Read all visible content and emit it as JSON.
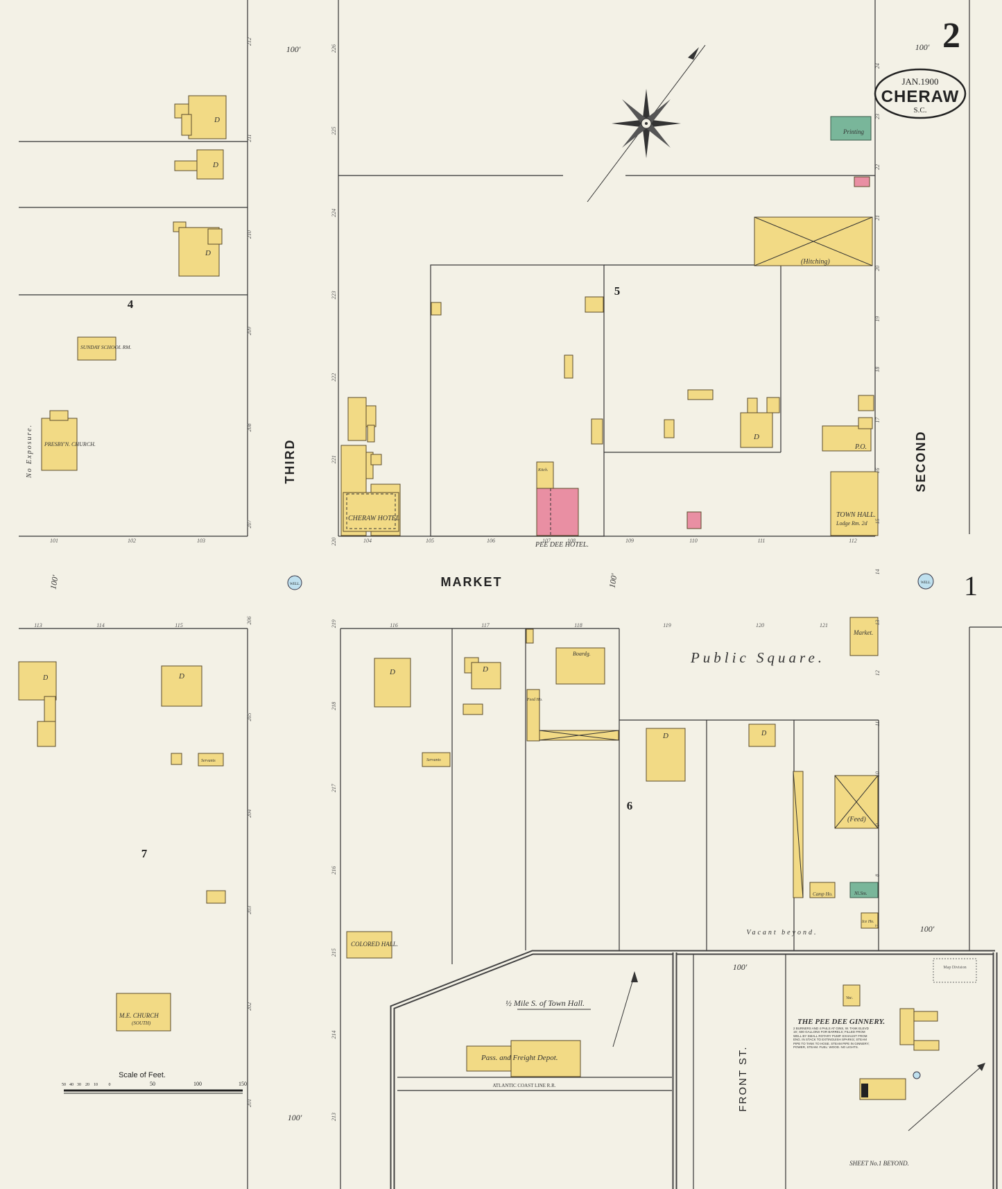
{
  "sheet_number": "2",
  "title": {
    "date": "JAN.1900",
    "town": "CHERAW",
    "state": "S.C."
  },
  "streets": {
    "third": "THIRD",
    "second": "SECOND",
    "market": "MARKET",
    "front": "FRONT ST.",
    "public_square": "Public  Square."
  },
  "widths": {
    "w1": "100'",
    "w2": "100'",
    "w3": "100'",
    "w4": "100'",
    "w5": "100'",
    "w6": "100'",
    "w7": "100'"
  },
  "blocks": {
    "b4": "4",
    "b5": "5",
    "b6": "6",
    "b7": "7",
    "b1": "1"
  },
  "buildings": {
    "presbyterian": "PRESBY'N. CHURCH.",
    "sunday_school": "SUNDAY SCHOOL RM.",
    "cheraw_hotel": "CHERAW HOTEL",
    "pee_dee_hotel": "PEE DEE HOTEL.",
    "town_hall": "TOWN HALL.",
    "lodge": "Lodge Rm. 2d",
    "po": "P.O.",
    "hitching": "(Hitching)",
    "printing": "Printing",
    "market": "Market.",
    "feed": "(Feed)",
    "colored_hall": "COLORED HALL.",
    "me_church": "M.E. CHURCH",
    "me_south": "(SOUTH)",
    "depot": "Pass. and Freight Depot.",
    "servants": "Servants",
    "boardg": "Boardg.",
    "kitch": "Kitch.",
    "camp_ho": "Camp Ho.",
    "ice_ho": "Ice Ho.",
    "nl_sm": "Nl.Sm.",
    "vac": "Vac.",
    "feed_ho": "Feed Ho.",
    "d": "D"
  },
  "notes": {
    "no_exposure": "No  Exposure.",
    "vacant_beyond": "Vacant  beyond.",
    "mile_south": "½ Mile S. of Town Hall.",
    "railroad": "ATLANTIC COAST LINE R.R.",
    "ginnery": "THE PEE DEE GINNERY.",
    "ginnery_text": "2 BURNERS AND 4 PAILS AT GINS, W. TANK ELEVD 15', 600 GALLONS FOR BARRELS; FILLED FROM WELL BY SMALL ROTARY PUMP. EXHAUST FROM ENG. IN STACK TO EXTINGUISH SPARKS; STEAM PIPE TO TANK TO HOSE. STEAM PIPE IN GINNERY; POWER, STEAM. FUEL: WOOD. NO LIGHTS.",
    "sheet_beyond": "SHEET No.1 BEYOND.",
    "map_division": "Map Division",
    "scale": "Scale of Feet.",
    "well": "WELL"
  },
  "address_numbers": {
    "market_north": [
      "101",
      "102",
      "103",
      "104",
      "105",
      "106",
      "107",
      "108",
      "109",
      "110",
      "111",
      "112"
    ],
    "market_south": [
      "113",
      "114",
      "115",
      "116",
      "117",
      "118",
      "119",
      "120",
      "121"
    ],
    "second_street": [
      "24",
      "23",
      "22",
      "21",
      "20",
      "19",
      "18",
      "17",
      "16",
      "15",
      "14",
      "13",
      "12",
      "11",
      "10",
      "9",
      "8",
      "7"
    ],
    "third_west": [
      "212",
      "211",
      "210",
      "209",
      "208",
      "207",
      "206",
      "205",
      "204",
      "203",
      "202",
      "201"
    ],
    "third_east": [
      "226",
      "225",
      "224",
      "223",
      "222",
      "221",
      "220",
      "219",
      "218",
      "217",
      "216",
      "215",
      "214",
      "213"
    ]
  },
  "scale_ticks": [
    "50",
    "40",
    "30",
    "20",
    "10",
    "0",
    "50",
    "100",
    "150"
  ],
  "colors": {
    "paper": "#f3f1e6",
    "frame": "#f2da85",
    "brick": "#e98fa3",
    "stone": "#79b69a",
    "well": "#bfe0ee"
  }
}
